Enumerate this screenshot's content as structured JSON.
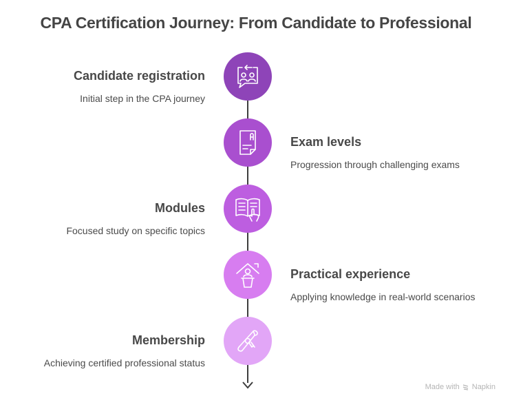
{
  "title": "CPA Certification Journey: From Candidate to Professional",
  "steps": [
    {
      "heading": "Candidate registration",
      "description": "Initial step in the CPA journey",
      "icon": "chat-users-icon",
      "color": "#8e44b8",
      "side": "left"
    },
    {
      "heading": "Exam levels",
      "description": "Progression through challenging exams",
      "icon": "exam-document-icon",
      "color": "#a94fcf",
      "side": "right"
    },
    {
      "heading": "Modules",
      "description": "Focused study on specific topics",
      "icon": "open-book-icon",
      "color": "#bd5ee0",
      "side": "left"
    },
    {
      "heading": "Practical experience",
      "description": "Applying knowledge in real-world scenarios",
      "icon": "house-person-icon",
      "color": "#d77df0",
      "side": "right"
    },
    {
      "heading": "Membership",
      "description": "Achieving certified professional status",
      "icon": "diploma-icon",
      "color": "#e2a6f7",
      "side": "left"
    }
  ],
  "footer": {
    "prefix": "Made with",
    "brand": "Napkin"
  }
}
